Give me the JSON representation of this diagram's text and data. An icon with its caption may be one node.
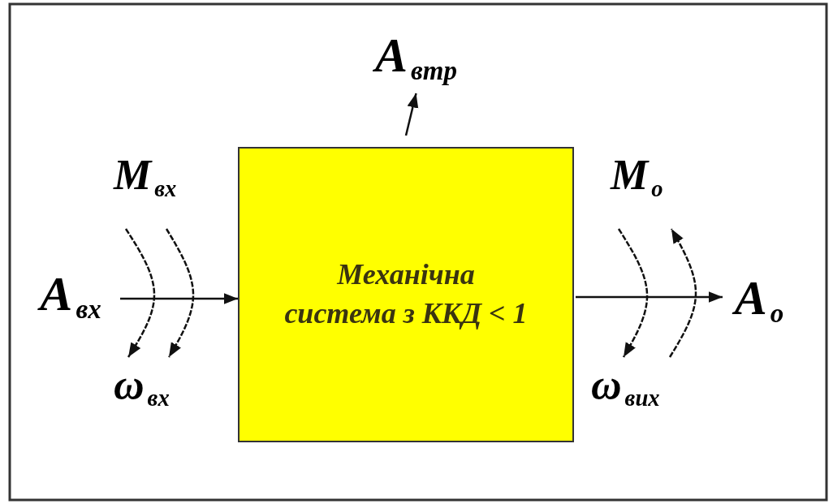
{
  "diagram": {
    "nodes": [
      {
        "text": [
          "Механічна система з ККД < 1"
        ]
      },
      {
        "text": [
          "A$_{вх}$"
        ]
      },
      {
        "text": [
          "A$_{о}$"
        ]
      },
      {
        "text": [
          "A$_{втр}$"
        ]
      }
    ],
    "edges": [
      {
        "from": 1,
        "to": 0,
        "arrow": "to"
      },
      {
        "from": 0,
        "to": 2,
        "arrow": "to"
      },
      {
        "from": 0,
        "to": 3,
        "arrow": "to"
      }
    ],
    "labels": [
      "M$_{вх}$",
      "ω$_{вх}$",
      "M$_{о}$",
      "ω$_{вих}$"
    ]
  }
}
